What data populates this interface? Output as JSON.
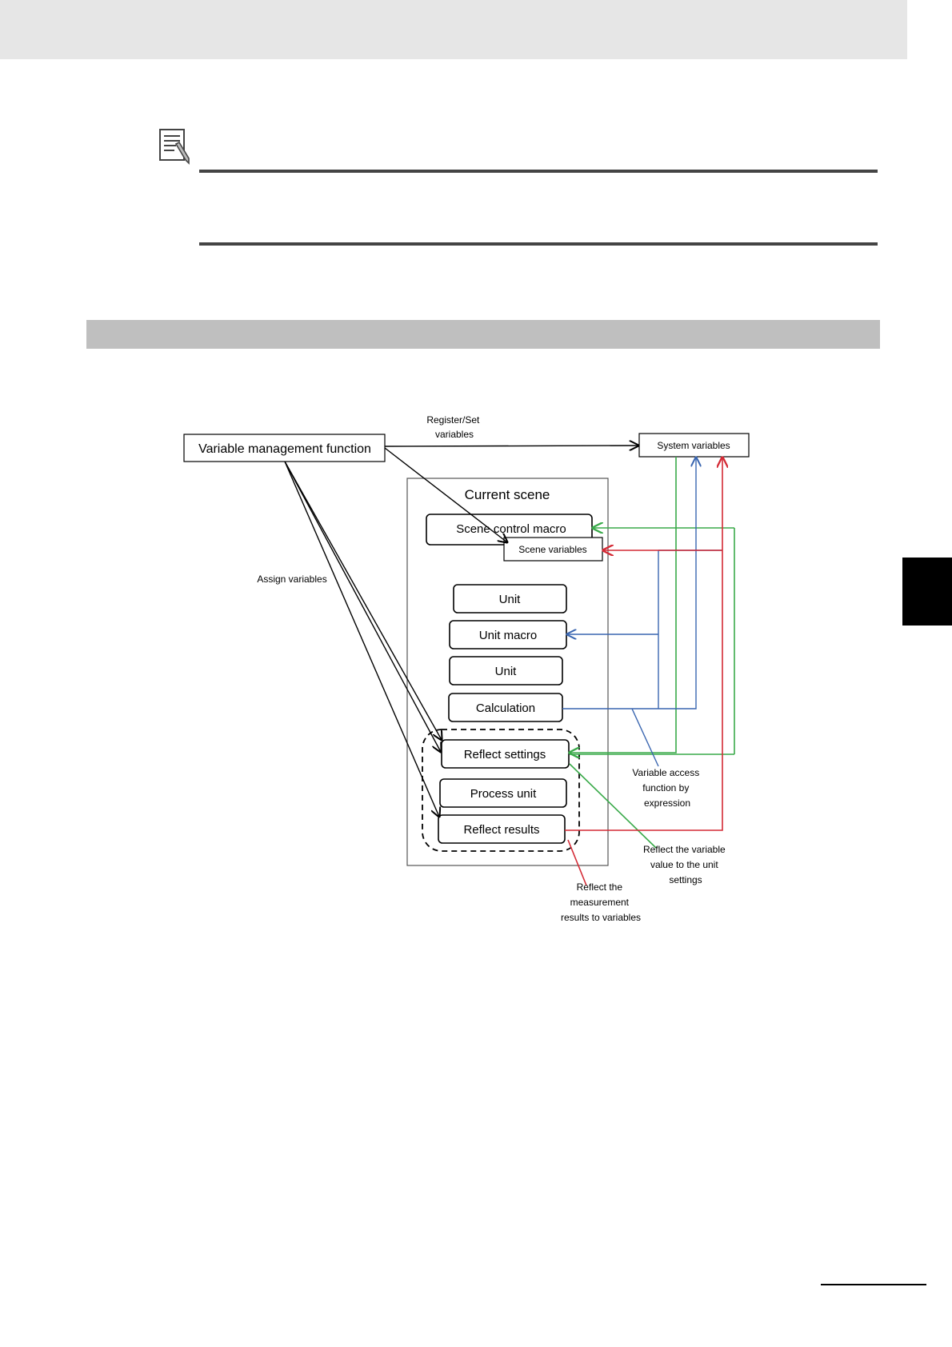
{
  "diagram": {
    "variable_management_function": "Variable management function",
    "system_variables": "System variables",
    "current_scene": "Current scene",
    "scene_control_macro": "Scene control macro",
    "scene_variables": "Scene variables",
    "unit_1": "Unit",
    "unit_macro": "Unit macro",
    "unit_2": "Unit",
    "calculation": "Calculation",
    "reflect_settings": "Reflect settings",
    "process_unit": "Process unit",
    "reflect_results": "Reflect results",
    "label_register": [
      "Register/Set",
      "variables"
    ],
    "label_assign": "Assign variables",
    "label_access": [
      "Variable access",
      "function by",
      "expression"
    ],
    "label_reflect_value": [
      "Reflect the variable",
      "value to the unit",
      "settings"
    ],
    "label_reflect_results": [
      "Reflect the",
      "measurement",
      "results to variables"
    ]
  },
  "colors": {
    "green": "#3aaa4a",
    "blue": "#3a66b0",
    "red": "#d42a35"
  },
  "icons": {
    "note": "notepad-pencil-icon"
  }
}
